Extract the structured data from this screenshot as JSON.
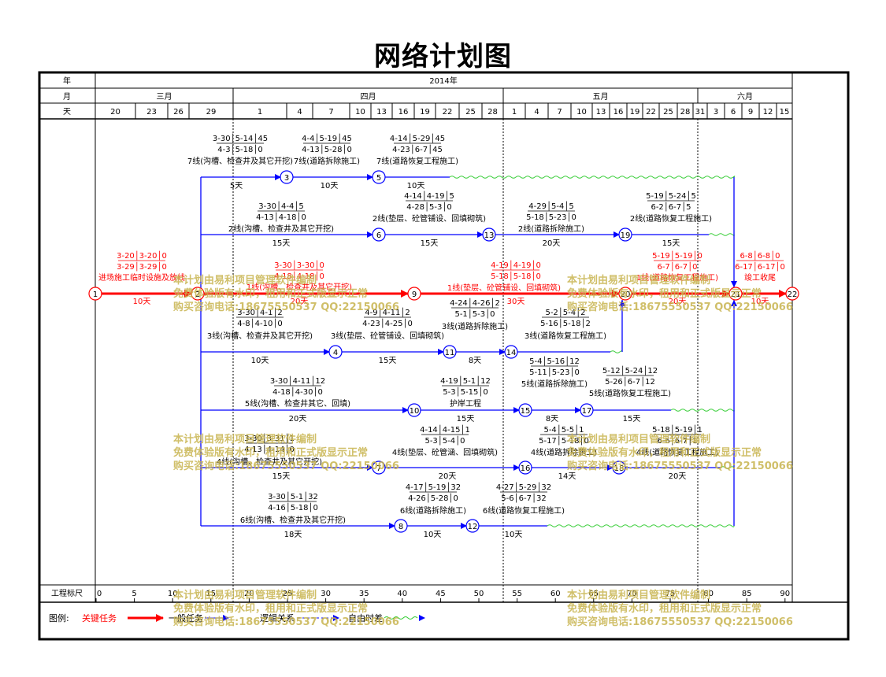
{
  "title": "网络计划图",
  "header": {
    "row_labels": [
      "年",
      "月",
      "天"
    ],
    "year": "2014年",
    "months": [
      "三月",
      "四月",
      "五月",
      "六月"
    ],
    "days": [
      "20",
      "23",
      "26",
      "29",
      "1",
      "4",
      "7",
      "10",
      "13",
      "16",
      "19",
      "22",
      "25",
      "28",
      "1",
      "4",
      "7",
      "10",
      "13",
      "16",
      "19",
      "22",
      "25",
      "28",
      "31",
      "3",
      "6",
      "9",
      "12",
      "15"
    ]
  },
  "scale": {
    "label": "工程标尺",
    "ticks": [
      "0",
      "5",
      "10",
      "15",
      "20",
      "25",
      "30",
      "35",
      "40",
      "45",
      "50",
      "55",
      "60",
      "65",
      "70",
      "75",
      "80",
      "85",
      "90"
    ]
  },
  "legend": {
    "label": "图例:",
    "items": [
      "关键任务",
      "一般任务",
      "逻辑关系",
      "自由时差"
    ]
  },
  "nodes": [
    "1",
    "2",
    "3",
    "4",
    "5",
    "6",
    "7",
    "8",
    "9",
    "10",
    "11",
    "12",
    "13",
    "14",
    "15",
    "16",
    "17",
    "18",
    "19",
    "20",
    "21",
    "22"
  ],
  "tasks": [
    {
      "name": "进场施工临时设施及放线",
      "duration": "10天",
      "critical": true,
      "t": [
        "3-20",
        "3-20",
        "0",
        "3-29",
        "3-29",
        "0"
      ]
    },
    {
      "name": "1线(沟槽、检查井及其它开挖)",
      "duration": "20天",
      "critical": true,
      "t": [
        "3-30",
        "3-30",
        "0",
        "4-18",
        "4-18",
        "0"
      ]
    },
    {
      "name": "1线(垫层、砼管铺设、回填砌筑)",
      "duration": "30天",
      "critical": true,
      "t": [
        "4-19",
        "4-19",
        "0",
        "5-18",
        "5-18",
        "0"
      ]
    },
    {
      "name": "1线(道路恢复工程施工)",
      "duration": "20天",
      "critical": true,
      "t": [
        "5-19",
        "5-19",
        "0",
        "6-7",
        "6-7",
        "0"
      ]
    },
    {
      "name": "竣工收尾",
      "duration": "10天",
      "critical": true,
      "t": [
        "6-8",
        "6-8",
        "0",
        "6-17",
        "6-17",
        "0"
      ]
    },
    {
      "name": "7线(沟槽、检查井及其它开挖)",
      "duration": "5天",
      "critical": false,
      "t": [
        "3-30",
        "5-14",
        "45",
        "4-3",
        "5-18",
        "0"
      ]
    },
    {
      "name": "7线(道路拆除施工)",
      "duration": "10天",
      "critical": false,
      "t": [
        "4-4",
        "5-19",
        "45",
        "4-13",
        "5-28",
        "0"
      ]
    },
    {
      "name": "7线(道路恢复工程施工)",
      "duration": "10天",
      "critical": false,
      "t": [
        "4-14",
        "5-29",
        "45",
        "4-23",
        "6-7",
        "45"
      ]
    },
    {
      "name": "2线(沟槽、检查井及其它开挖)",
      "duration": "15天",
      "critical": false,
      "t": [
        "3-30",
        "4-4",
        "5",
        "4-13",
        "4-18",
        "0"
      ]
    },
    {
      "name": "2线(垫层、砼管铺设、回填砌筑)",
      "duration": "15天",
      "critical": false,
      "t": [
        "4-14",
        "4-19",
        "5",
        "4-28",
        "5-3",
        "0"
      ]
    },
    {
      "name": "2线(道路拆除施工)",
      "duration": "20天",
      "critical": false,
      "t": [
        "4-29",
        "5-4",
        "5",
        "5-18",
        "5-23",
        "0"
      ]
    },
    {
      "name": "2线(道路恢复工程施工)",
      "duration": "15天",
      "critical": false,
      "t": [
        "5-19",
        "5-24",
        "5",
        "6-2",
        "6-7",
        "5"
      ]
    },
    {
      "name": "3线(沟槽、检查井及其它开挖)",
      "duration": "10天",
      "critical": false,
      "t": [
        "3-30",
        "4-1",
        "2",
        "4-8",
        "4-10",
        "0"
      ]
    },
    {
      "name": "3线(垫层、砼管铺设、回填砌筑)",
      "duration": "15天",
      "critical": false,
      "t": [
        "4-9",
        "4-11",
        "2",
        "4-23",
        "4-25",
        "0"
      ]
    },
    {
      "name": "3线(道路拆除施工)",
      "duration": "8天",
      "critical": false,
      "t": [
        "4-24",
        "4-26",
        "2",
        "5-1",
        "5-3",
        "0"
      ]
    },
    {
      "name": "3线(道路恢复工程施工)",
      "duration": "",
      "critical": false,
      "t": [
        "5-2",
        "5-4",
        "2",
        "5-16",
        "5-18",
        "2"
      ]
    },
    {
      "name": "5线(沟槽、检查井其它、回填)",
      "duration": "20天",
      "critical": false,
      "t": [
        "3-30",
        "4-11",
        "12",
        "4-18",
        "4-30",
        "0"
      ]
    },
    {
      "name": "护岸工程",
      "duration": "15天",
      "critical": false,
      "t": [
        "4-19",
        "5-1",
        "12",
        "5-3",
        "5-15",
        "0"
      ]
    },
    {
      "name": "5线(道路拆除施工)",
      "duration": "8天",
      "critical": false,
      "t": [
        "5-4",
        "5-16",
        "12",
        "5-11",
        "5-23",
        "0"
      ]
    },
    {
      "name": "5线(道路恢复工程施工)",
      "duration": "15天",
      "critical": false,
      "t": [
        "5-12",
        "5-24",
        "12",
        "5-26",
        "6-7",
        "12"
      ]
    },
    {
      "name": "4线(沟槽、检查井及其它开挖)",
      "duration": "15天",
      "critical": false,
      "t": [
        "3-30",
        "3-31",
        "1",
        "4-13",
        "4-14",
        "0"
      ]
    },
    {
      "name": "4线(垫层、砼管涵、回填砌筑)",
      "duration": "20天",
      "critical": false,
      "t": [
        "4-14",
        "4-15",
        "1",
        "5-3",
        "5-4",
        "0"
      ]
    },
    {
      "name": "4线(道路拆除施工)",
      "duration": "14天",
      "critical": false,
      "t": [
        "5-4",
        "5-5",
        "1",
        "5-17",
        "5-18",
        "0"
      ]
    },
    {
      "name": "4线(道路恢复工程施工)",
      "duration": "20天",
      "critical": false,
      "t": [
        "5-18",
        "5-19",
        "1",
        "6-6",
        "6-7",
        "1"
      ]
    },
    {
      "name": "6线(沟槽、检查井及其它开挖)",
      "duration": "18天",
      "critical": false,
      "t": [
        "3-30",
        "5-1",
        "32",
        "4-16",
        "5-18",
        "0"
      ]
    },
    {
      "name": "6线(道路拆除施工)",
      "duration": "10天",
      "critical": false,
      "t": [
        "4-17",
        "5-19",
        "32",
        "4-26",
        "5-28",
        "0"
      ]
    },
    {
      "name": "6线(道路恢复工程施工)",
      "duration": "10天",
      "critical": false,
      "t": [
        "4-27",
        "5-29",
        "32",
        "5-6",
        "6-7",
        "32"
      ]
    }
  ],
  "watermark": [
    "本计划由易利项目管理软件编制",
    "免费体验版有水印，租用和正式版显示正常",
    "购买咨询电话:18675550537 QQ:22150066"
  ],
  "colors": {
    "critical": "#ff0000",
    "normal": "#0000ff",
    "float": "#33cc33",
    "watermark": "#c8b450"
  }
}
